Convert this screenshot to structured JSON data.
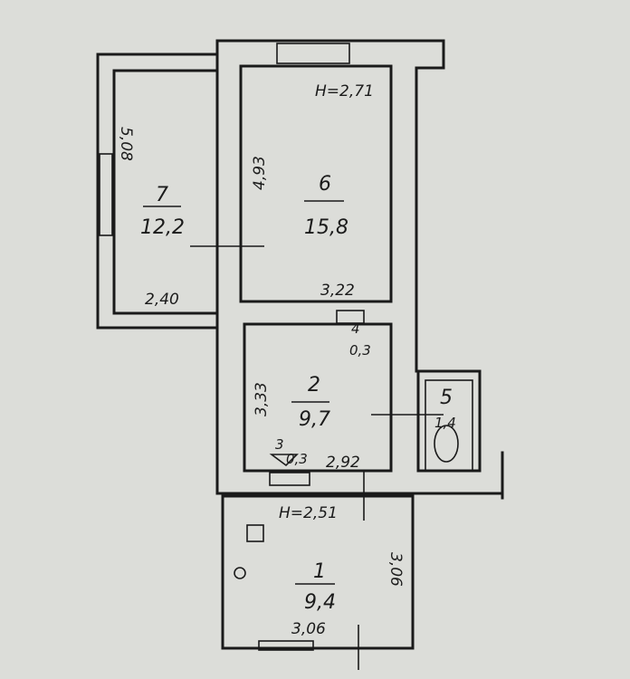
{
  "rooms": [
    {
      "number": "7",
      "area": "12,2"
    },
    {
      "number": "6",
      "area": "15,8"
    },
    {
      "number": "2",
      "area": "9,7"
    },
    {
      "number": "1",
      "area": "9,4"
    },
    {
      "number": "4",
      "area": "0,3"
    },
    {
      "number": "3",
      "area": "0,3"
    },
    {
      "number": "5",
      "area": "1,4"
    }
  ],
  "dimensions": {
    "room7_height": "5,08",
    "room7_width": "2,40",
    "room6_height": "4,93",
    "room6_width": "3,22",
    "room2_height": "3,33",
    "room2_width": "2,92",
    "room1_height": "3,06",
    "room1_width": "3,06"
  },
  "ceiling_heights": {
    "upper": "H=2,71",
    "lower": "H=2,51"
  }
}
